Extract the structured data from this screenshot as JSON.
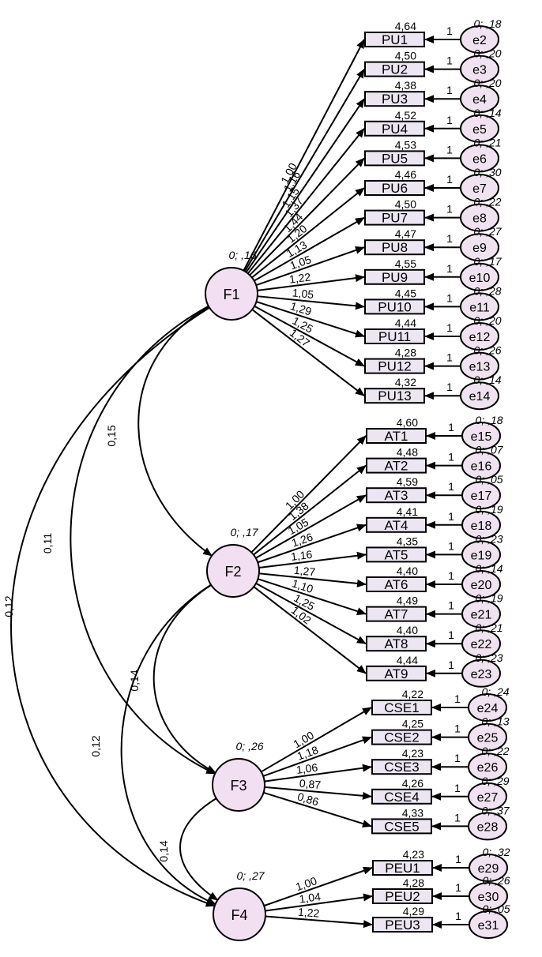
{
  "colors": {
    "latent_fill": "#f3dff2",
    "observed_fill": "#ece6f3",
    "error_fill": "#f0e2f0",
    "stroke": "#000000",
    "background": "#ffffff"
  },
  "factors": [
    {
      "id": "F1",
      "label": "F1",
      "variance": "0; ,16"
    },
    {
      "id": "F2",
      "label": "F2",
      "variance": "0; ,17"
    },
    {
      "id": "F3",
      "label": "F3",
      "variance": "0; ,26"
    },
    {
      "id": "F4",
      "label": "F4",
      "variance": "0; ,27"
    }
  ],
  "indicators": [
    {
      "label": "PU1",
      "factor": "F1",
      "intercept": "4,64",
      "loading": "1,00",
      "error": "e2",
      "error_var": "0; ,18",
      "error_path": "1"
    },
    {
      "label": "PU2",
      "factor": "F1",
      "intercept": "4,50",
      "loading": "1,16",
      "error": "e3",
      "error_var": "0; ,20",
      "error_path": "1"
    },
    {
      "label": "PU3",
      "factor": "F1",
      "intercept": "4,38",
      "loading": "1,15",
      "error": "e4",
      "error_var": "0; ,20",
      "error_path": "1"
    },
    {
      "label": "PU4",
      "factor": "F1",
      "intercept": "4,52",
      "loading": "1,37",
      "error": "e5",
      "error_var": "0; ,14",
      "error_path": "1"
    },
    {
      "label": "PU5",
      "factor": "F1",
      "intercept": "4,53",
      "loading": "1,44",
      "error": "e6",
      "error_var": "0; ,21",
      "error_path": "1"
    },
    {
      "label": "PU6",
      "factor": "F1",
      "intercept": "4,46",
      "loading": "1,20",
      "error": "e7",
      "error_var": "0; ,30",
      "error_path": "1"
    },
    {
      "label": "PU7",
      "factor": "F1",
      "intercept": "4,50",
      "loading": "1,13",
      "error": "e8",
      "error_var": "0; ,22",
      "error_path": "1"
    },
    {
      "label": "PU8",
      "factor": "F1",
      "intercept": "4,47",
      "loading": "1,05",
      "error": "e9",
      "error_var": "0; ,27",
      "error_path": "1"
    },
    {
      "label": "PU9",
      "factor": "F1",
      "intercept": "4,55",
      "loading": "1,22",
      "error": "e10",
      "error_var": "0; ,17",
      "error_path": "1"
    },
    {
      "label": "PU10",
      "factor": "F1",
      "intercept": "4,45",
      "loading": "1,05",
      "error": "e11",
      "error_var": "0; ,28",
      "error_path": "1"
    },
    {
      "label": "PU11",
      "factor": "F1",
      "intercept": "4,44",
      "loading": "1,29",
      "error": "e12",
      "error_var": "0; ,20",
      "error_path": "1"
    },
    {
      "label": "PU12",
      "factor": "F1",
      "intercept": "4,28",
      "loading": "1,25",
      "error": "e13",
      "error_var": "0; ,26",
      "error_path": "1"
    },
    {
      "label": "PU13",
      "factor": "F1",
      "intercept": "4,32",
      "loading": "1,27",
      "error": "e14",
      "error_var": "0; ,14",
      "error_path": "1"
    },
    {
      "label": "AT1",
      "factor": "F2",
      "intercept": "4,60",
      "loading": "1,00",
      "error": "e15",
      "error_var": "0; ,18",
      "error_path": "1"
    },
    {
      "label": "AT2",
      "factor": "F2",
      "intercept": "4,48",
      "loading": "1,38",
      "error": "e16",
      "error_var": "0; ,07",
      "error_path": "1"
    },
    {
      "label": "AT3",
      "factor": "F2",
      "intercept": "4,59",
      "loading": "1,05",
      "error": "e17",
      "error_var": "0; ,05",
      "error_path": "1"
    },
    {
      "label": "AT4",
      "factor": "F2",
      "intercept": "4,41",
      "loading": "1,26",
      "error": "e18",
      "error_var": "0; ,19",
      "error_path": "1"
    },
    {
      "label": "AT5",
      "factor": "F2",
      "intercept": "4,35",
      "loading": "1,16",
      "error": "e19",
      "error_var": "0; ,23",
      "error_path": "1"
    },
    {
      "label": "AT6",
      "factor": "F2",
      "intercept": "4,40",
      "loading": "1,27",
      "error": "e20",
      "error_var": "0; ,14",
      "error_path": "1"
    },
    {
      "label": "AT7",
      "factor": "F2",
      "intercept": "4,49",
      "loading": "1,10",
      "error": "e21",
      "error_var": "0; ,19",
      "error_path": "1"
    },
    {
      "label": "AT8",
      "factor": "F2",
      "intercept": "4,40",
      "loading": "1,25",
      "error": "e22",
      "error_var": "0; ,21",
      "error_path": "1"
    },
    {
      "label": "AT9",
      "factor": "F2",
      "intercept": "4,44",
      "loading": "1,02",
      "error": "e23",
      "error_var": "0; ,23",
      "error_path": "1"
    },
    {
      "label": "CSE1",
      "factor": "F3",
      "intercept": "4,22",
      "loading": "1,00",
      "error": "e24",
      "error_var": "0; ,24",
      "error_path": "1"
    },
    {
      "label": "CSE2",
      "factor": "F3",
      "intercept": "4,25",
      "loading": "1,18",
      "error": "e25",
      "error_var": "0; ,13",
      "error_path": "1"
    },
    {
      "label": "CSE3",
      "factor": "F3",
      "intercept": "4,23",
      "loading": "1,06",
      "error": "e26",
      "error_var": "0; ,22",
      "error_path": "1"
    },
    {
      "label": "CSE4",
      "factor": "F3",
      "intercept": "4,26",
      "loading": "0,87",
      "error": "e27",
      "error_var": "0; ,29",
      "error_path": "1"
    },
    {
      "label": "CSE5",
      "factor": "F3",
      "intercept": "4,33",
      "loading": "0,86",
      "error": "e28",
      "error_var": "0; ,37",
      "error_path": "1"
    },
    {
      "label": "PEU1",
      "factor": "F4",
      "intercept": "4,23",
      "loading": "1,00",
      "error": "e29",
      "error_var": "0; ,32",
      "error_path": "1"
    },
    {
      "label": "PEU2",
      "factor": "F4",
      "intercept": "4,28",
      "loading": "1,04",
      "error": "e30",
      "error_var": "0; ,26",
      "error_path": "1"
    },
    {
      "label": "PEU3",
      "factor": "F4",
      "intercept": "4,29",
      "loading": "1,22",
      "error": "e31",
      "error_var": "0; ,05",
      "error_path": "1"
    }
  ],
  "covariances": [
    {
      "from": "F1",
      "to": "F2",
      "value": "0,15"
    },
    {
      "from": "F1",
      "to": "F3",
      "value": "0,11"
    },
    {
      "from": "F1",
      "to": "F4",
      "value": "0,12"
    },
    {
      "from": "F2",
      "to": "F3",
      "value": "0,14"
    },
    {
      "from": "F2",
      "to": "F4",
      "value": "0,12"
    },
    {
      "from": "F3",
      "to": "F4",
      "value": "0,14"
    }
  ]
}
